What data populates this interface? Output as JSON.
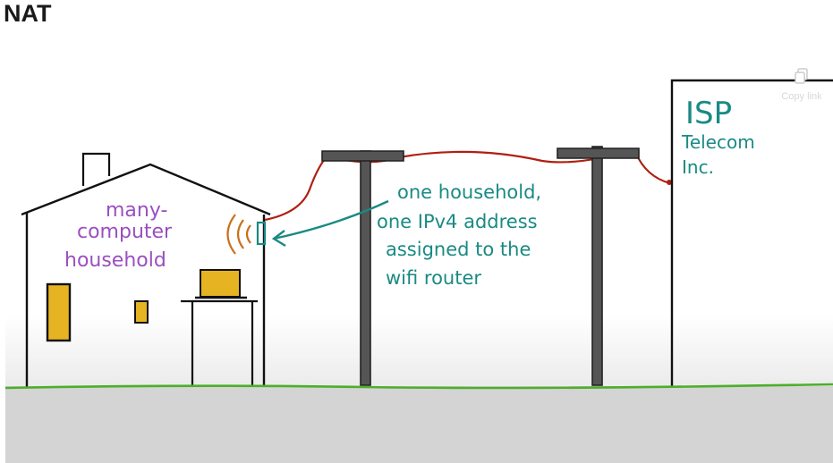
{
  "header": {
    "title": "NAT"
  },
  "video": {
    "copy_link_label": "Copy link",
    "copy_link_icon": "copy-icon"
  },
  "illustration": {
    "house_label_line1": "many-",
    "house_label_line2": "computer",
    "house_label_line3": "household",
    "annotation_line1": "one household,",
    "annotation_line2": "one IPv4 address",
    "annotation_line3": "assigned to the",
    "annotation_line4": "wifi router",
    "isp_title": "ISP",
    "isp_line1": "Telecom",
    "isp_line2": "Inc.",
    "colors": {
      "house_label": "#9a4fc0",
      "annotation": "#1a8a84",
      "wire": "#b01e10",
      "ground": "#4caf2a",
      "window_fill": "#e6b422",
      "pole": "#555555",
      "wifi_waves": "#c8701a"
    }
  }
}
